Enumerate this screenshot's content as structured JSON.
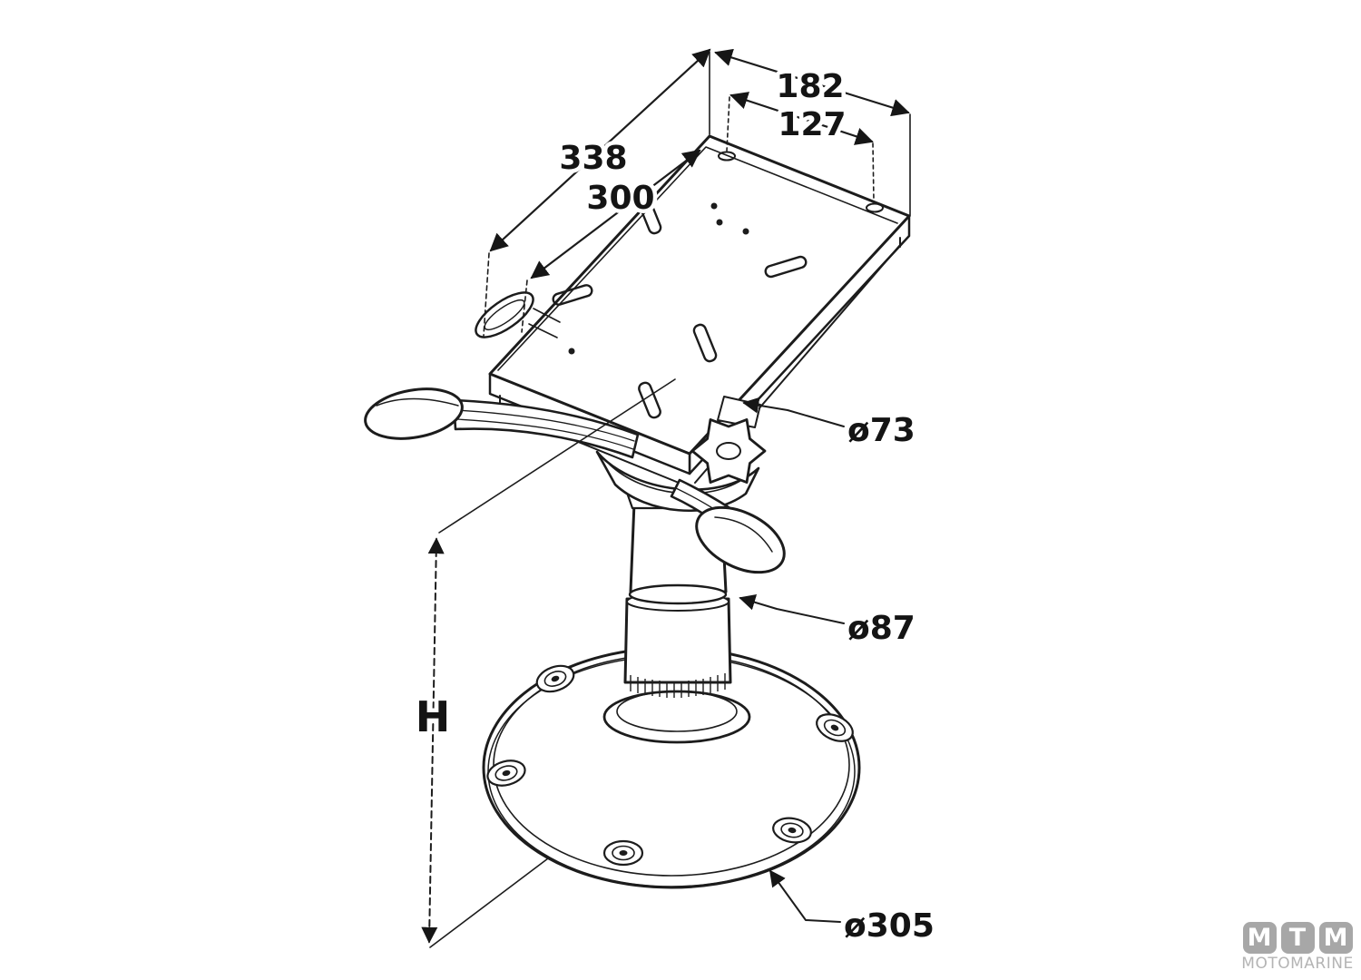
{
  "drawing": {
    "title": "seat-pedestal-technical-drawing",
    "ink_color": "#1c1c1c",
    "dimensions": {
      "plate_length": "338",
      "rail_spacing": "300",
      "plate_width": "182",
      "hole_spacing": "127",
      "knob_tube_diameter": "ø73",
      "column_diameter": "ø87",
      "height_label": "H",
      "base_diameter": "ø305"
    }
  },
  "logo": {
    "letters": [
      "M",
      "T",
      "M"
    ],
    "name": "MOTOMARINE",
    "square_color": "#a7a7a7",
    "text_color": "#b4b4b4"
  }
}
